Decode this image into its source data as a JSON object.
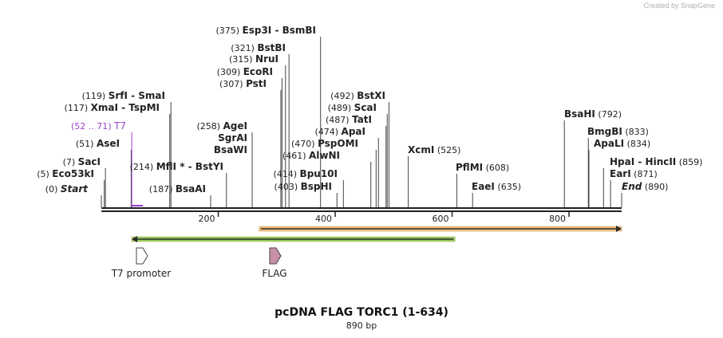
{
  "watermark": "Created by SnapGene",
  "map": {
    "title": "pcDNA FLAG TORC1 (1-634)",
    "length_label": "890 bp",
    "length_bp": 890,
    "ticks": [
      {
        "pos": 200,
        "label": "200"
      },
      {
        "pos": 400,
        "label": "400"
      },
      {
        "pos": 600,
        "label": "600"
      },
      {
        "pos": 800,
        "label": "800"
      }
    ],
    "sites": [
      {
        "pos": 0,
        "num": "(0)",
        "name": "Start",
        "italic": true
      },
      {
        "pos": 5,
        "num": "(5)",
        "name": "Eco53kI"
      },
      {
        "pos": 7,
        "num": "(7)",
        "name": "SacI"
      },
      {
        "pos": 51,
        "num": "(51)",
        "name": "AseI"
      },
      {
        "pos": 52,
        "num": "(52 .. 71)",
        "name": "T7",
        "color": "#9a3fcf",
        "normal": true
      },
      {
        "pos": 117,
        "num": "(117)",
        "name": "XmaI  -  TspMI"
      },
      {
        "pos": 119,
        "num": "(119)",
        "name": "SrfI  -  SmaI"
      },
      {
        "pos": 187,
        "num": "(187)",
        "name": "BsaAI"
      },
      {
        "pos": 214,
        "num": "(214)",
        "name": "MflI * - BstYI"
      },
      {
        "pos": 258,
        "num": "(258)",
        "name": "AgeI"
      },
      {
        "pos": 258,
        "num": "",
        "name": "SgrAI"
      },
      {
        "pos": 258,
        "num": "",
        "name": "BsaWI"
      },
      {
        "pos": 307,
        "num": "(307)",
        "name": "PstI"
      },
      {
        "pos": 309,
        "num": "(309)",
        "name": "EcoRI"
      },
      {
        "pos": 315,
        "num": "(315)",
        "name": "NruI"
      },
      {
        "pos": 321,
        "num": "(321)",
        "name": "BstBI"
      },
      {
        "pos": 375,
        "num": "(375)",
        "name": "Esp3I  -  BsmBI"
      },
      {
        "pos": 403,
        "num": "(403)",
        "name": "BspHI"
      },
      {
        "pos": 414,
        "num": "(414)",
        "name": "Bpu10I"
      },
      {
        "pos": 461,
        "num": "(461)",
        "name": "AlwNI"
      },
      {
        "pos": 470,
        "num": "(470)",
        "name": "PspOMI"
      },
      {
        "pos": 474,
        "num": "(474)",
        "name": "ApaI"
      },
      {
        "pos": 487,
        "num": "(487)",
        "name": "TatI"
      },
      {
        "pos": 489,
        "num": "(489)",
        "name": "ScaI"
      },
      {
        "pos": 492,
        "num": "(492)",
        "name": "BstXI"
      },
      {
        "pos": 525,
        "num": "(525)",
        "name": "XcmI"
      },
      {
        "pos": 608,
        "num": "(608)",
        "name": "PflMI"
      },
      {
        "pos": 635,
        "num": "(635)",
        "name": "EaeI"
      },
      {
        "pos": 792,
        "num": "(792)",
        "name": "BsaHI"
      },
      {
        "pos": 833,
        "num": "(833)",
        "name": "BmgBI"
      },
      {
        "pos": 834,
        "num": "(834)",
        "name": "ApaLI"
      },
      {
        "pos": 859,
        "num": "(859)",
        "name": "HpaI  -  HincII"
      },
      {
        "pos": 871,
        "num": "(871)",
        "name": "EarI"
      },
      {
        "pos": 890,
        "num": "(890)",
        "name": "End",
        "italic": true
      }
    ],
    "features": [
      {
        "name": "green-feature",
        "start": 52,
        "end": 605,
        "direction": "reverse",
        "color": "#8fd05a"
      },
      {
        "name": "orange-feature",
        "start": 270,
        "end": 890,
        "direction": "forward",
        "color": "#f2c27a"
      }
    ],
    "annotations": [
      {
        "label": "T7 promoter",
        "pos": 60,
        "color": "#ffffff"
      },
      {
        "label": "FLAG",
        "pos": 288,
        "color": "#c98fa8"
      }
    ]
  }
}
